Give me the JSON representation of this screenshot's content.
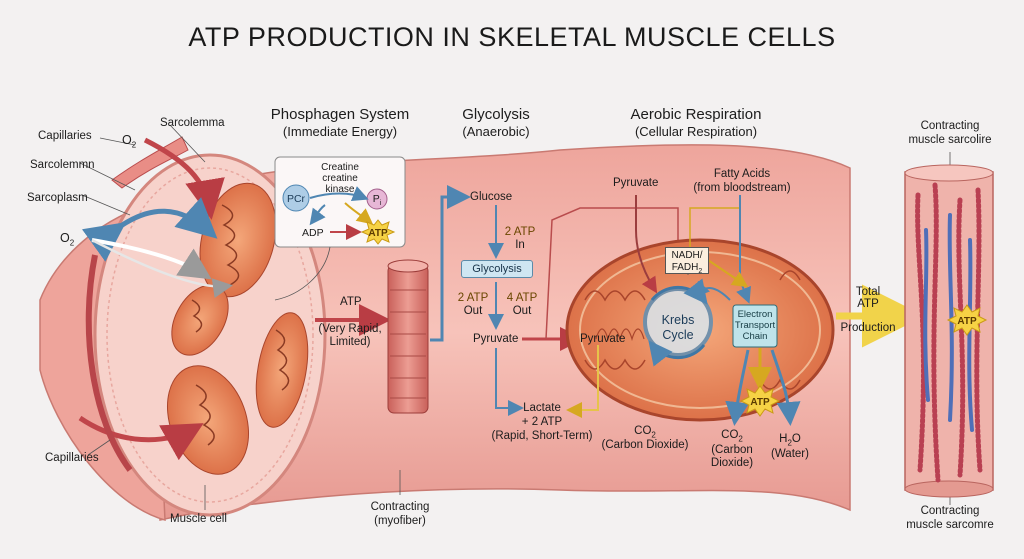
{
  "title": "ATP PRODUCTION IN SKELETAL MUSCLE CELLS",
  "left_labels": {
    "capillaries_top": "Capillaries",
    "o2_top": "O",
    "o2_top_sub": "2",
    "sarcolemma": "Sarcolemma",
    "sarcolemmn": "Sarcolemmn",
    "sarcoplasm": "Sarcoplasm",
    "o2_left": "O",
    "o2_left_sub": "2",
    "capillaries_bottom": "Capillaries",
    "muscle_cell": "Muscle cell"
  },
  "phosphagen": {
    "header": "Phosphagen System",
    "subheader": "(Immediate Energy)",
    "pcr": "PCr",
    "enzyme_line1": "Creatine",
    "enzyme_line2": "creatine",
    "enzyme_line3": "kinase",
    "pi": "P",
    "pi_sub": "i",
    "adp": "ADP",
    "atp": "ATP",
    "out_atp": "ATP",
    "out_desc1": "(Very Rapid,",
    "out_desc2": "Limited)"
  },
  "glycolysis": {
    "header": "Glycolysis",
    "subheader": "(Anaerobic)",
    "glucose": "Glucose",
    "atp_in1": "2 ATP",
    "atp_in2": "In",
    "box": "Glycolysis",
    "atp_out_a1": "2 ATP",
    "atp_out_a2": "Out",
    "atp_out_b1": "4 ATP",
    "atp_out_b2": "Out",
    "pyruvate": "Pyruvate",
    "lactate1": "Lactate",
    "lactate2": "+ 2 ATP",
    "lactate3": "(Rapid, Short-Term)"
  },
  "aerobic": {
    "header": "Aerobic Respiration",
    "subheader": "(Cellular Respiration)",
    "pyruvate_top": "Pyruvate",
    "fatty1": "Fatty Acids",
    "fatty2": "(from bloodstream)",
    "nadh": "NADH/",
    "fadh": "FADH",
    "fadh_sub": "2",
    "pyruvate_mito": "Pyruvate",
    "krebs1": "Krebs",
    "krebs2": "Cycle",
    "etc1": "Electron",
    "etc2": "Transport",
    "etc3": "Chain",
    "atp": "ATP",
    "co2_small1": "CO",
    "co2_small_sub": "2",
    "co2_small2": "(Carbon Dioxide)",
    "co2_1": "CO",
    "co2_sub": "2",
    "co2_2": "(Carbon",
    "co2_3": "Dioxide)",
    "h2o_1": "H",
    "h2o_sub": "2",
    "h2o_2": "O",
    "h2o_3": "(Water)"
  },
  "total": {
    "line1": "Total",
    "line2": "ATP",
    "line3": "Production"
  },
  "right": {
    "top1": "Contracting",
    "top2": "muscle sarcolire",
    "atp": "ATP",
    "bottom1": "Contracting",
    "bottom2": "muscle sarcomre"
  },
  "bottom_center": {
    "line1": "Contracting",
    "line2": "(myofiber)"
  },
  "colors": {
    "muscle": "#f2b0a8",
    "muscle_dark": "#d97a70",
    "mito": "#e98b62",
    "blue_arrow": "#5d8fb5",
    "red_arrow": "#c0454a",
    "atp_star": "#f6d245"
  }
}
